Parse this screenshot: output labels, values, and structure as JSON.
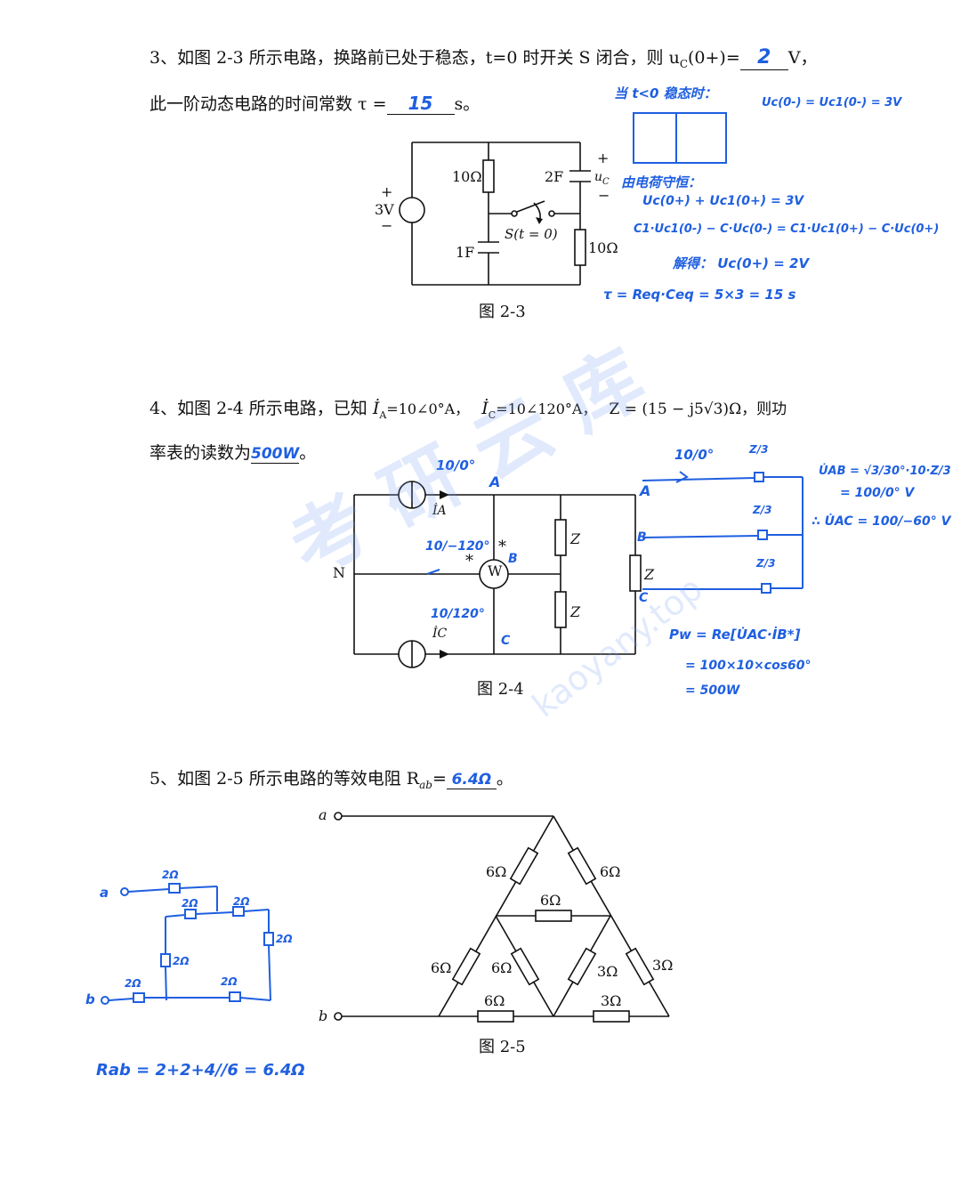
{
  "q3": {
    "line1": "3、如图 2-3 所示电路，换路前已处于稳态，t=0 时开关 S 闭合，则 u",
    "line1_sub": "C",
    "line1_tail": "(0+)=",
    "answer1": "2",
    "unit1": "V，",
    "line2": "此一阶动态电路的时间常数 τ =",
    "answer2": "15",
    "unit2": "s。",
    "caption": "图 2-3",
    "labels": {
      "r1": "10Ω",
      "c2": "2F",
      "uc": "u",
      "uc_sub": "C",
      "vsrc": "3V",
      "switch": "S(t = 0)",
      "c1": "1F",
      "r2": "10Ω"
    },
    "notes": [
      "当 t<0 稳态时：",
      "Uc(0-) = Uc1(0-) = 3V",
      "由电荷守恒：",
      "Uc(0+) + Uc1(0+) = 3V",
      "C1·Uc1(0-) − C·Uc(0-) = C1·Uc1(0+) − C·Uc(0+)",
      "解得： Uc(0+) = 2V",
      "τ = Req·Ceq = 5×3 = 15 s"
    ]
  },
  "q4": {
    "line1a": "4、如图 2-4 所示电路，已知",
    "ia": "İ",
    "ia_sub": "A",
    "ia_val": "=10∠0°A，",
    "ic": "İ",
    "ic_sub": "C",
    "ic_val": "=10∠120°A，",
    "z": "Z = (15 − j5√3)Ω，则功",
    "line2": "率表的读数为",
    "answer": "500W",
    "tail": "。",
    "caption": "图 2-4",
    "labels": {
      "A": "A",
      "N": "N",
      "W": "W",
      "Z1": "Z",
      "Z2": "Z",
      "Z3": "Z",
      "ia": "İA",
      "ic": "İC",
      "B": "B",
      "C": "C",
      "star": "*"
    },
    "notes": [
      "10/0°",
      "10/−120°",
      "10/120°",
      "10/0°",
      "Z/3",
      "Z/3",
      "Z/3",
      "U̇AB = √3/30°·10·Z/3",
      "= 100/0° V",
      "∴ U̇AC = 100/−60° V",
      "Pw = Re[U̇AC·İB*]",
      "= 100×10×cos60°",
      "= 500W"
    ]
  },
  "q5": {
    "line": "5、如图 2-5 所示电路的等效电阻 R",
    "sub": "ab",
    "eq": "=",
    "answer": "6.4Ω",
    "tail": "。",
    "caption": "图 2-5",
    "labels": {
      "a": "a",
      "b": "b",
      "r1": "6Ω",
      "r2": "6Ω",
      "r3": "6Ω",
      "r4": "6Ω",
      "r5": "6Ω",
      "r6": "3Ω",
      "r7": "3Ω",
      "r8": "6Ω",
      "r9": "3Ω"
    },
    "notes": [
      "2Ω",
      "2Ω",
      "2Ω",
      "2Ω",
      "2Ω",
      "2Ω",
      "2Ω",
      "a",
      "b",
      "Rab = 2+2+4//6 = 6.4Ω"
    ]
  },
  "watermark": {
    "text1": "考 研 云 库",
    "text2": "kaoyany.top"
  }
}
